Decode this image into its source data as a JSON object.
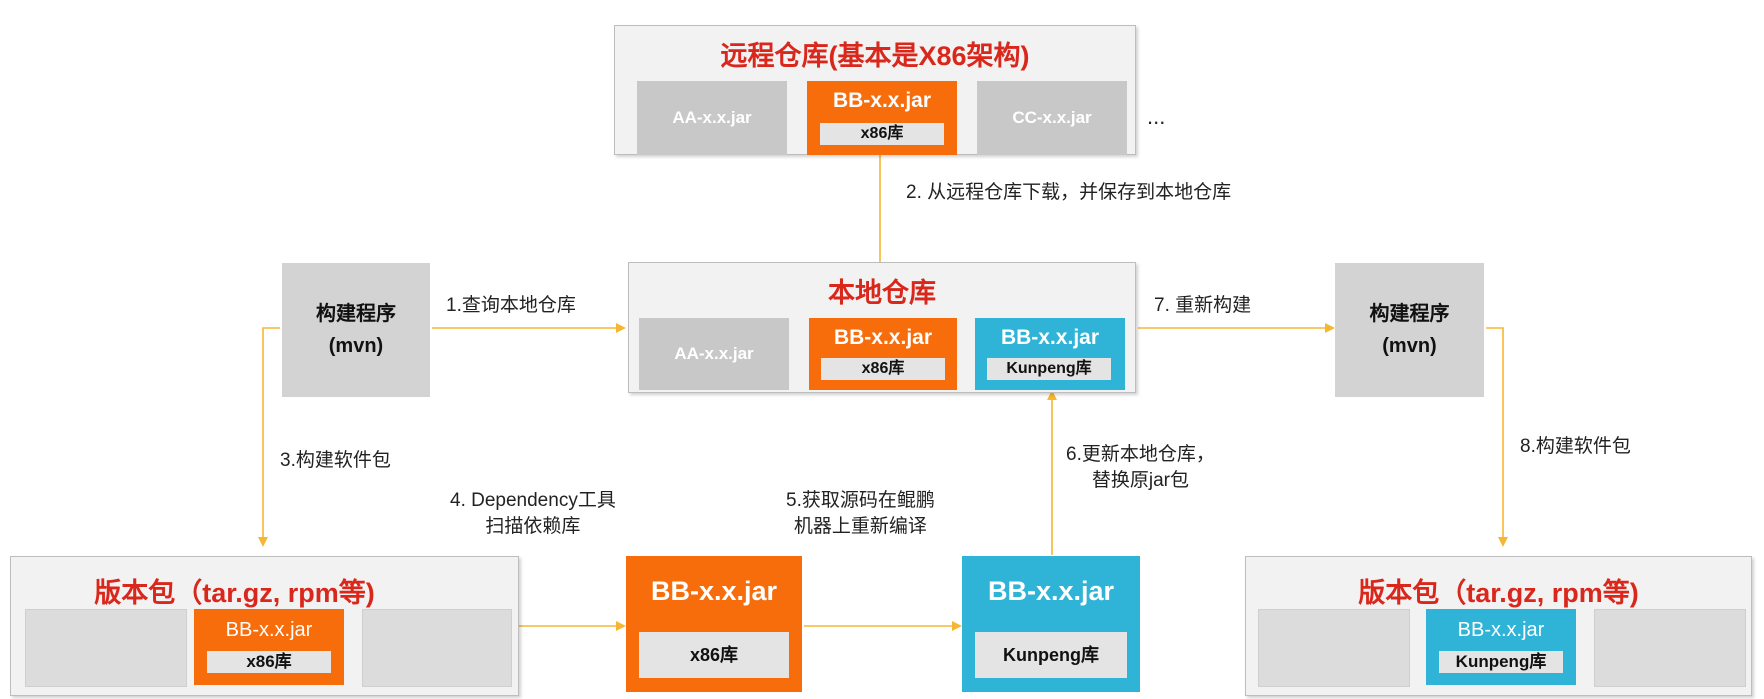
{
  "remote_repo": {
    "title": "远程仓库(基本是X86架构)",
    "items": [
      "AA-x.x.jar",
      "CC-x.x.jar"
    ],
    "highlight": {
      "name": "BB-x.x.jar",
      "tag": "x86库"
    },
    "more": "..."
  },
  "local_repo": {
    "title": "本地仓库",
    "item_aa": "AA-x.x.jar",
    "orange": {
      "name": "BB-x.x.jar",
      "tag": "x86库"
    },
    "blue": {
      "name": "BB-x.x.jar",
      "tag": "Kunpeng库"
    }
  },
  "build_left": {
    "line1": "构建程序",
    "line2": "(mvn)"
  },
  "build_right": {
    "line1": "构建程序",
    "line2": "(mvn)"
  },
  "package_left": {
    "title": "版本包（tar.gz, rpm等)",
    "jar": {
      "name": "BB-x.x.jar",
      "tag": "x86库"
    }
  },
  "package_right": {
    "title": "版本包（tar.gz, rpm等)",
    "jar": {
      "name": "BB-x.x.jar",
      "tag": "Kunpeng库"
    }
  },
  "mid_orange": {
    "name": "BB-x.x.jar",
    "tag": "x86库"
  },
  "mid_blue": {
    "name": "BB-x.x.jar",
    "tag": "Kunpeng库"
  },
  "steps": {
    "s1": "1.查询本地仓库",
    "s2": "2. 从远程仓库下载，并保存到本地仓库",
    "s3": "3.构建软件包",
    "s4_line1": "4. Dependency工具",
    "s4_line2": "扫描依赖库",
    "s5_line1": "5.获取源码在鲲鹏",
    "s5_line2": "机器上重新编译",
    "s6_line1": "6.更新本地仓库，",
    "s6_line2": "替换原jar包",
    "s7": "7. 重新构建",
    "s8": "8.构建软件包"
  },
  "colors": {
    "accent_red": "#d9271c",
    "orange": "#f86d0b",
    "blue": "#2fb4d8",
    "arrow": "#f5b731"
  }
}
